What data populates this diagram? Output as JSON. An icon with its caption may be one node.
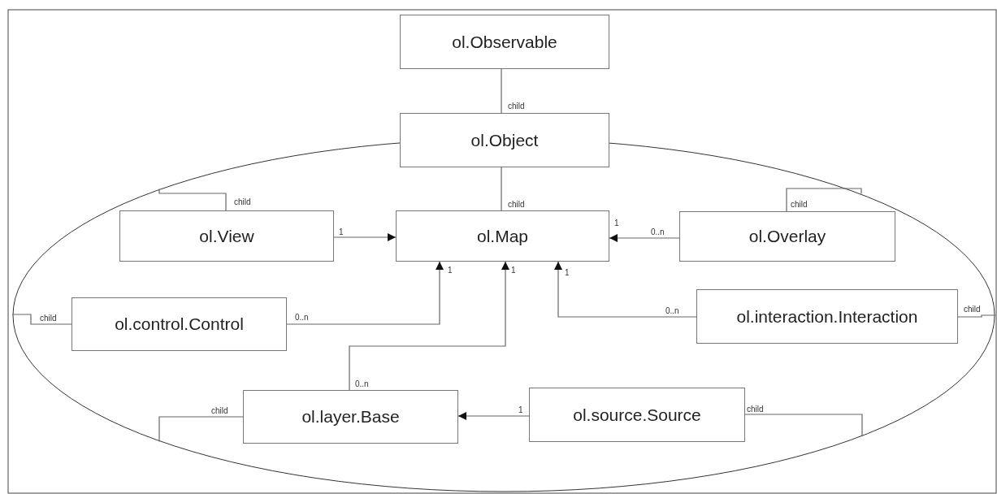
{
  "diagram": {
    "nodes": [
      {
        "text": [
          "ol.Observable"
        ]
      },
      {
        "text": [
          "ol.Object"
        ]
      },
      {
        "text": [],
        "shape": "ellipse"
      },
      {
        "text": [
          "ol.View"
        ],
        "in": 2
      },
      {
        "text": [
          "ol.Map"
        ],
        "in": 2
      },
      {
        "text": [
          "ol.Overlay"
        ],
        "in": 2
      },
      {
        "text": [
          "ol.control.Control"
        ],
        "in": 2
      },
      {
        "text": [
          "ol.interaction.Interaction"
        ],
        "in": 2
      },
      {
        "text": [
          "ol.layer.Base"
        ],
        "in": 2
      },
      {
        "text": [
          "ol.source.Source"
        ],
        "in": 2
      }
    ],
    "edges": [
      {
        "from": 0,
        "to": 1,
        "arrow": "none",
        "label": "child"
      },
      {
        "from": 1,
        "to": 4,
        "arrow": "none",
        "label": "child"
      },
      {
        "from": 3,
        "to": 4,
        "arrow": "to",
        "label": "1"
      },
      {
        "from": 5,
        "to": 4,
        "arrow": "to",
        "label": "0..n"
      },
      {
        "from": 6,
        "to": 4,
        "arrow": "to",
        "label": "0..n"
      },
      {
        "from": 8,
        "to": 4,
        "arrow": "to",
        "label": "0..n"
      },
      {
        "from": 7,
        "to": 4,
        "arrow": "to",
        "label": "0..n"
      },
      {
        "from": 9,
        "to": 8,
        "arrow": "to",
        "label": "1"
      },
      {
        "from": 3,
        "to": 2,
        "arrow": "none",
        "label": "child"
      },
      {
        "from": 5,
        "to": 2,
        "arrow": "none",
        "label": "child"
      },
      {
        "from": 6,
        "to": 2,
        "arrow": "none",
        "label": "child"
      },
      {
        "from": 7,
        "to": 2,
        "arrow": "none",
        "label": "child"
      },
      {
        "from": 8,
        "to": 2,
        "arrow": "none",
        "label": "child"
      },
      {
        "from": 9,
        "to": 2,
        "arrow": "none",
        "label": "child"
      }
    ],
    "labels": [
      "1",
      "1",
      "1",
      "1"
    ]
  }
}
